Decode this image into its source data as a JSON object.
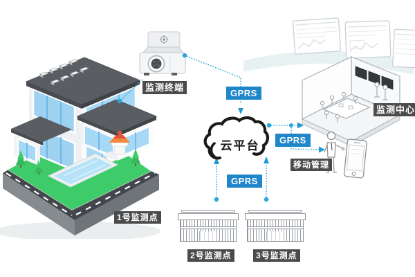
{
  "diagram": {
    "cloud": {
      "label": "云平台"
    },
    "nodes": {
      "terminal": {
        "label": "监测终端"
      },
      "center": {
        "label": "监测中心"
      },
      "mobile": {
        "label": "移动管理"
      },
      "point1": {
        "label": "1号监测点"
      },
      "point2": {
        "label": "2号监测点"
      },
      "point3": {
        "label": "3号监测点"
      }
    },
    "links": [
      {
        "id": "terminal-to-cloud",
        "label": "GPRS"
      },
      {
        "id": "cloud-to-mobile",
        "label": "GPRS"
      },
      {
        "id": "points-to-cloud",
        "label": "GPRS"
      }
    ],
    "colors": {
      "gprs_badge": "#1f86c9",
      "connector": "#2aa4dc",
      "label_bg": "#4b4b4b",
      "label_text": "#ffffff",
      "cloud_stroke": "#1b1b1b",
      "grass": "#3ecb6a",
      "roof": "#5a5e63",
      "window": "#a6d9f5",
      "lineart": "#9aa1a8"
    }
  }
}
